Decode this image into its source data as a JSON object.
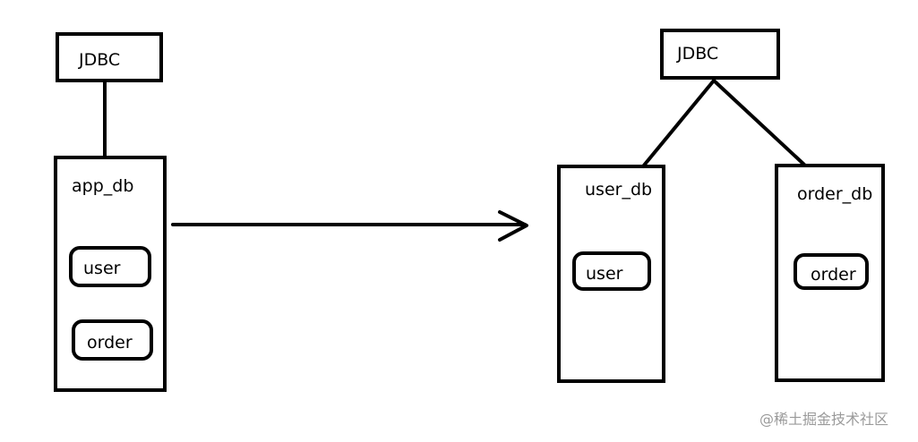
{
  "left": {
    "jdbc_label": "JDBC",
    "db_label": "app_db",
    "tables": [
      "user",
      "order"
    ]
  },
  "right": {
    "jdbc_label": "JDBC",
    "user_db": {
      "label": "user_db",
      "table": "user"
    },
    "order_db": {
      "label": "order_db",
      "table": "order"
    }
  },
  "watermark": "@稀土掘金技术社区"
}
